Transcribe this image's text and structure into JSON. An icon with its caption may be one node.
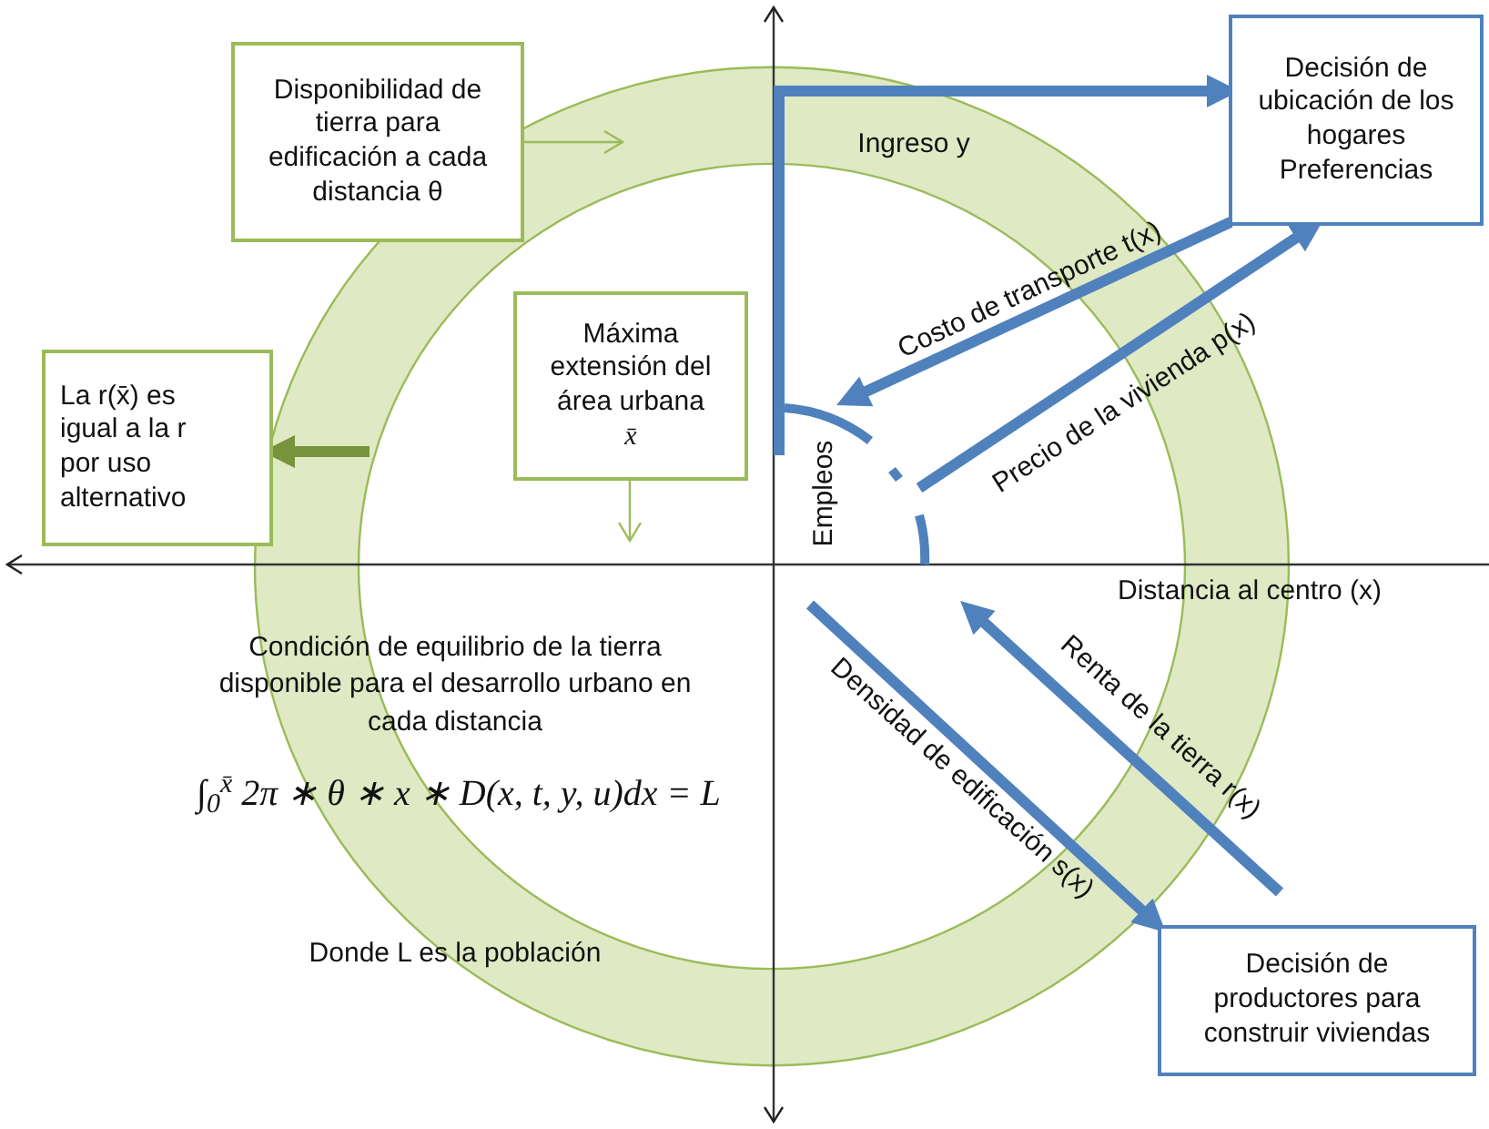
{
  "diagram": {
    "nodes": [
      {
        "text": [
          "Disponibilidad de tierra para edificación a cada distancia θ"
        ]
      },
      {
        "text": [
          "La r(x̄) es igual a la r por uso alternativo"
        ]
      },
      {
        "text": [
          "Máxima extensión del área urbana",
          "x̄"
        ]
      },
      {
        "text": [
          "Decisión de ubicación de los hogares Preferencias"
        ]
      },
      {
        "text": [
          "Decisión de productores para construir viviendas"
        ]
      },
      {
        "text": [
          "Empleos"
        ]
      }
    ],
    "edges": [
      {
        "from": 5,
        "to": 3,
        "arrow": "to",
        "label": "Ingreso y"
      },
      {
        "from": 3,
        "to": 5,
        "arrow": "to",
        "label": "Costo de transporte t(x)"
      },
      {
        "from": 5,
        "to": 3,
        "arrow": "to",
        "label": "Precio de la vivienda p(x)"
      },
      {
        "from": null,
        "to": 5,
        "arrow": "to",
        "label": "Renta de la tierra r(x)"
      },
      {
        "from": 5,
        "to": 4,
        "arrow": "to",
        "label": "Densidad de edificación s(x)"
      },
      {
        "from": 0,
        "to": null,
        "arrow": "to",
        "color": "#9bbb59"
      },
      {
        "from": null,
        "to": 1,
        "arrow": "to",
        "color": "#77933c"
      },
      {
        "from": 2,
        "to": null,
        "arrow": "to",
        "color": "#9bbb59"
      }
    ],
    "labels": [
      "Distancia al centro (x)",
      "Condición de equilibrio de la tierra disponible para el desarrollo urbano en cada distancia",
      "∫$_{0}$$^{x̄}$ 2π ∗ θ ∗ x ∗ D(x, t, y, u)dx = L",
      "Donde L es la población"
    ]
  }
}
